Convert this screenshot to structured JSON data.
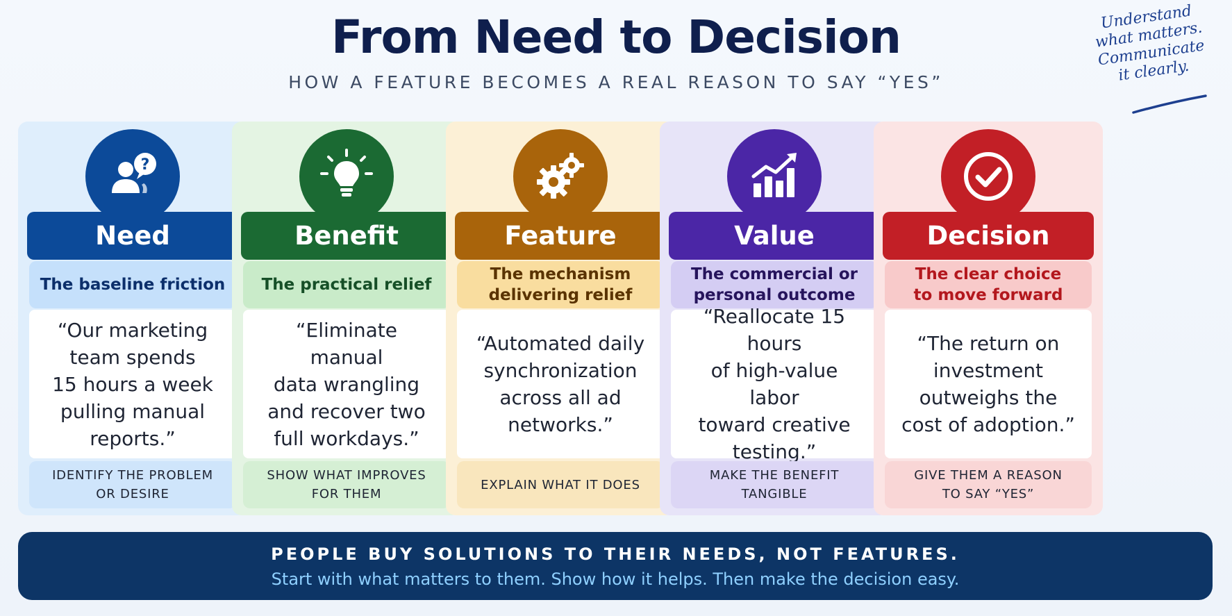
{
  "title": "From Need to Decision",
  "subtitle": "HOW A FEATURE BECOMES A REAL REASON TO SAY “YES”",
  "note": {
    "lines": [
      "Understand",
      "what matters.",
      "Communicate",
      "it clearly."
    ]
  },
  "stages": [
    {
      "title": "Need",
      "icon": "person-question-icon",
      "subtitle": [
        "The baseline friction"
      ],
      "quote": [
        "“Our marketing",
        "team spends",
        "15 hours a week",
        "pulling manual",
        "reports.”"
      ],
      "footer": [
        "IDENTIFY THE PROBLEM",
        "OR DESIRE"
      ],
      "colors": {
        "panel": "#dfeefc",
        "accent": "#0c4a99",
        "sub_bg": "#c5e0fb",
        "sub_text": "#0c2f6b",
        "foot_bg": "#cfe5fb"
      }
    },
    {
      "title": "Benefit",
      "icon": "lightbulb-icon",
      "subtitle": [
        "The practical relief"
      ],
      "quote": [
        "“Eliminate manual",
        "data wrangling",
        "and recover two",
        "full workdays.”"
      ],
      "footer": [
        "SHOW WHAT IMPROVES",
        "FOR THEM"
      ],
      "colors": {
        "panel": "#e4f4e3",
        "accent": "#1b6a33",
        "sub_bg": "#c9ebc9",
        "sub_text": "#164f27",
        "foot_bg": "#d5efd4"
      }
    },
    {
      "title": "Feature",
      "icon": "gears-icon",
      "subtitle": [
        "The mechanism",
        "delivering relief"
      ],
      "quote": [
        "“Automated daily",
        "synchronization",
        "across all ad",
        "networks.”"
      ],
      "footer": [
        "EXPLAIN WHAT IT DOES"
      ],
      "colors": {
        "panel": "#fcf0d6",
        "accent": "#a9640b",
        "sub_bg": "#f9dd9f",
        "sub_text": "#5a3300",
        "foot_bg": "#f9e6bd"
      }
    },
    {
      "title": "Value",
      "icon": "growth-chart-icon",
      "subtitle": [
        "The commercial or",
        "personal outcome"
      ],
      "quote": [
        "“Reallocate 15 hours",
        "of high-value labor",
        "toward creative",
        "testing.”"
      ],
      "footer": [
        "MAKE THE BENEFIT",
        "TANGIBLE"
      ],
      "colors": {
        "panel": "#e7e4f8",
        "accent": "#4b26a6",
        "sub_bg": "#d4cdf3",
        "sub_text": "#26145c",
        "foot_bg": "#dcd6f5"
      }
    },
    {
      "title": "Decision",
      "icon": "check-circle-icon",
      "subtitle": [
        "The clear choice",
        "to move forward"
      ],
      "quote": [
        "“The return on",
        "investment",
        "outweighs the",
        "cost of adoption.”"
      ],
      "footer": [
        "GIVE THEM A REASON",
        "TO SAY “YES”"
      ],
      "colors": {
        "panel": "#fbe4e4",
        "accent": "#c21f26",
        "sub_bg": "#f8caca",
        "sub_text": "#b3171d",
        "foot_bg": "#f9d6d6"
      }
    }
  ],
  "banner": {
    "main": "PEOPLE BUY SOLUTIONS TO THEIR NEEDS, NOT FEATURES.",
    "sub": "Start with what matters to them. Show how it helps. Then make the decision easy."
  },
  "colors": {
    "title": "#0f1f4d",
    "banner_bg": "#0d3566",
    "banner_sub": "#8fd0ff",
    "arrow": "#16365f"
  }
}
